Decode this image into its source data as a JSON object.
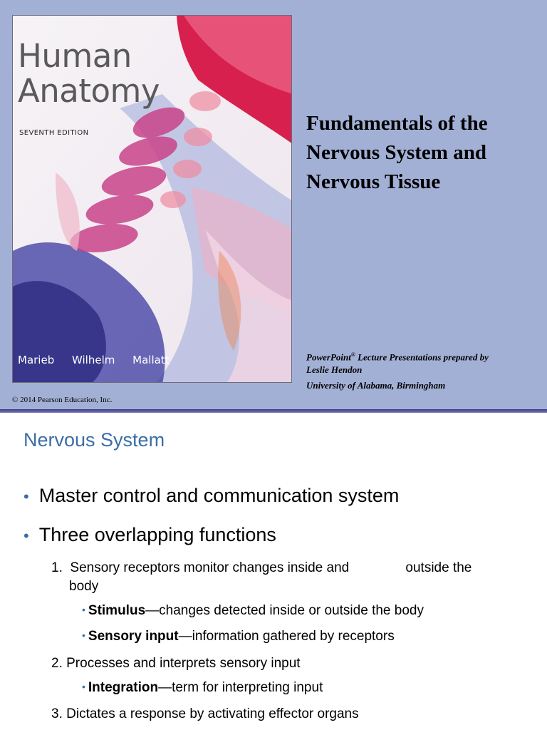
{
  "slide1": {
    "cover": {
      "title_line1": "Human",
      "title_line2": "Anatomy",
      "edition": "SEVENTH EDITION",
      "authors": [
        "Marieb",
        "Wilhelm",
        "Mallatt"
      ]
    },
    "title_lines": [
      "Fundamentals of the",
      "Nervous System and",
      "Nervous Tissue"
    ],
    "credits": {
      "line1_prefix": "PowerPoint",
      "line1_mark": "®",
      "line1_suffix": " Lecture Presentations prepared by",
      "line2": "Leslie Hendon",
      "line3": "University of Alabama, Birmingham"
    },
    "copyright": "© 2014 Pearson Education, Inc."
  },
  "slide2": {
    "heading": "Nervous System",
    "bullets": [
      "Master control and communication system",
      "Three overlapping functions"
    ],
    "item1_line1": "1.  Sensory receptors monitor changes inside and               outside the",
    "item1_line2": "body",
    "sub1_term": "Stimulus",
    "sub1_rest": "—changes detected inside or outside the body",
    "sub2_term": "Sensory input",
    "sub2_rest": "—information gathered by receptors",
    "item2": "2. Processes and interprets sensory input",
    "sub3_term": "Integration",
    "sub3_rest": "—term for interpreting input",
    "item3": "3. Dictates a response by activating effector organs"
  },
  "colors": {
    "slide_bg": "#a3b0d6",
    "heading_blue": "#3a6ea5",
    "bullet_blue": "#3a6ea5"
  }
}
